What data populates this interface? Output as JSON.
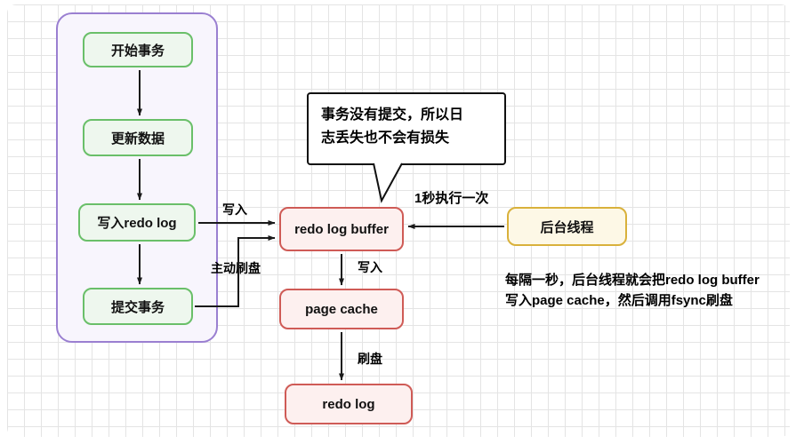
{
  "colors": {
    "grid": "#e4e4e4",
    "green-border": "#6abf69",
    "green-fill": "#eef7ee",
    "purple-border": "#9a7fd1",
    "purple-fill": "#f8f5fd",
    "red-border": "#cf5b56",
    "red-fill": "#fdf0ef",
    "yellow-border": "#d9b13b",
    "yellow-fill": "#fdf8e6",
    "arrow": "#1a1a1a"
  },
  "transaction_flow": {
    "steps": [
      {
        "label": "开始事务"
      },
      {
        "label": "更新数据"
      },
      {
        "label": "写入redo log"
      },
      {
        "label": "提交事务"
      }
    ]
  },
  "log_chain": {
    "redo_log_buffer": {
      "label": "redo log buffer"
    },
    "page_cache": {
      "label": "page cache"
    },
    "redo_log": {
      "label": "redo log"
    }
  },
  "background_thread": {
    "label": "后台线程"
  },
  "edge_labels": {
    "write_in": "写入",
    "active_flush": "主动刷盘",
    "write_to_page_cache": "写入",
    "flush_disk": "刷盘",
    "interval": "1秒执行一次"
  },
  "callout": {
    "line1": "事务没有提交，所以日",
    "line2": "志丢失也不会有损失"
  },
  "note": {
    "line1": "每隔一秒，后台线程就会把redo log buffer",
    "line2": "写入page cache，然后调用fsync刷盘"
  }
}
